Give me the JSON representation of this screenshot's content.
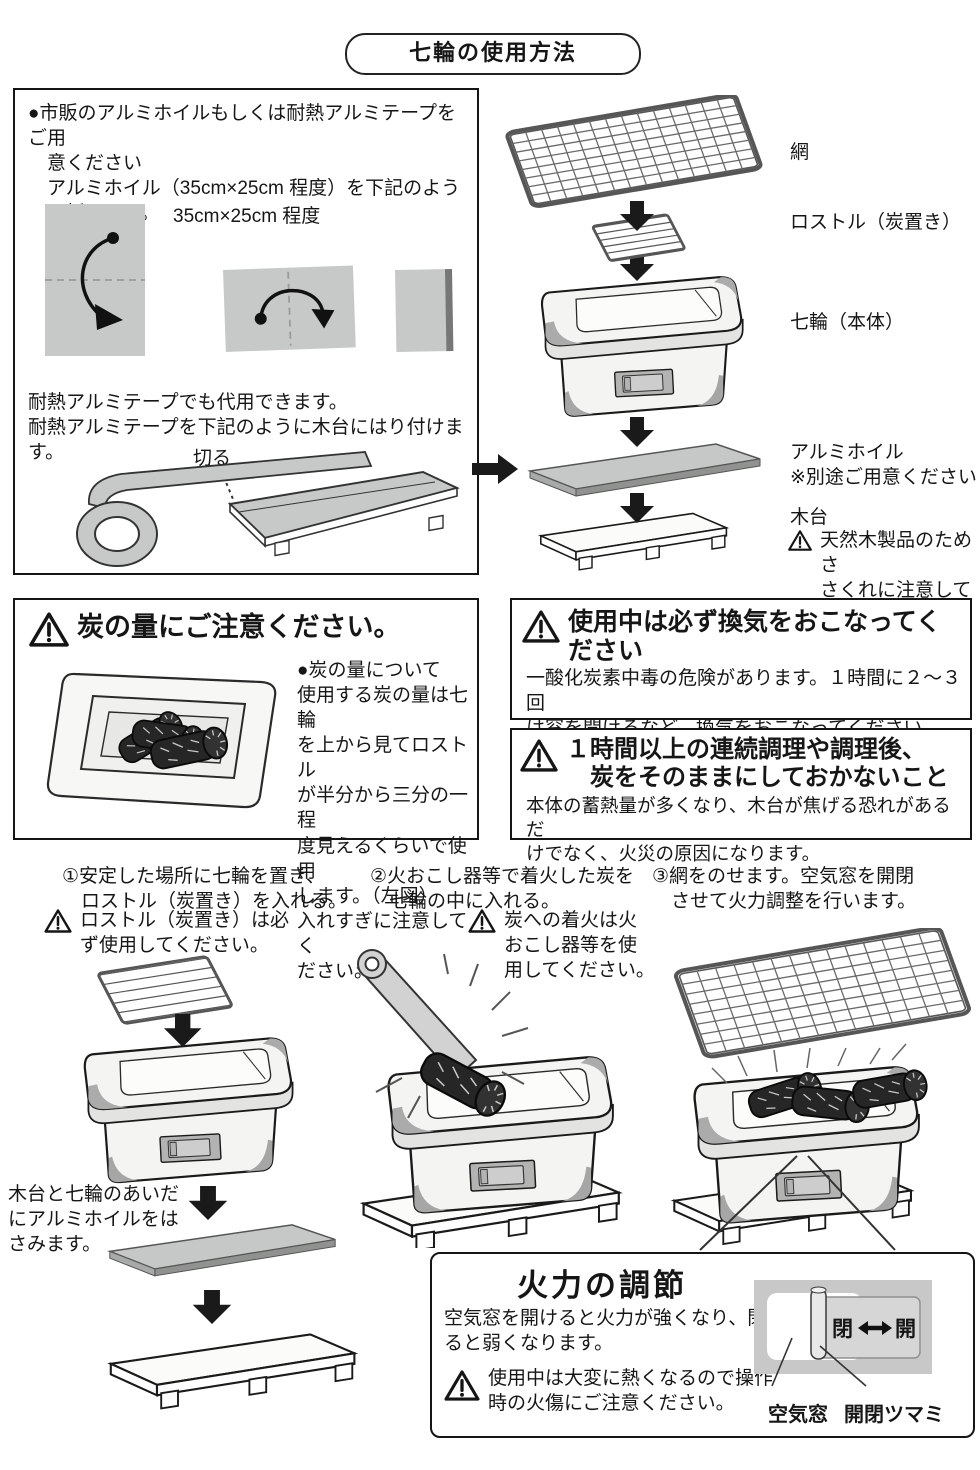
{
  "title": "七輪の使用方法",
  "prep": {
    "intro": "●市販のアルミホイルもしくは耐熱アルミテープをご用\n　意ください\n　アルミホイル（35cm×25cm 程度）を下記のよう\n　に折ります。",
    "size_label": "35cm×25cm 程度",
    "tape_note": "耐熱アルミテープでも代用できます。\n耐熱アルミテープを下記のように木台にはり付けます。",
    "cut_label": "切る"
  },
  "parts": {
    "mesh": "網",
    "rostle": "ロストル（炭置き）",
    "body": "七輪（本体）",
    "foil": "アルミホイル\n※別途ご用意ください",
    "base": "木台",
    "base_caution": "天然木製品のためさ\nさくれに注意してく\nださい。"
  },
  "charcoal": {
    "title": "炭の量にご注意ください。",
    "body": "●炭の量について\n使用する炭の量は七輪\nを上から見てロストル\nが半分から三分の一程\n度見えるくらいで使用\nします。（左図）\n入れすぎに注意してく\nださい。"
  },
  "ventilation": {
    "title": "使用中は必ず換気をおこなってく\nださい",
    "body": "一酸化炭素中毒の危険があります。１時間に２～３回\nは窓を開けるなど、換気をおこなってください。"
  },
  "leftover": {
    "title": "１時間以上の連続調理や調理後、\n　炭をそのままにしておかないこと",
    "body": "本体の蓄熱量が多くなり、木台が焦げる恐れがあるだ\nけでなく、火災の原因になります。"
  },
  "steps": {
    "s1": "①安定した場所に七輪を置き、\n　ロストル（炭置き）を入れる。",
    "s1_caution": "ロストル（炭置き）は必\nず使用してください。",
    "s2": "②火おこし器等で着火した炭を\n　七輪の中に入れる。",
    "s2_caution": "炭への着火は火\nおこし器等を使\n用してください。",
    "s3": "③網をのせます。空気窓を開閉\n　させて火力調整を行います。",
    "foil_note": "木台と七輪のあいだ\nにアルミホイルをは\nさみます。"
  },
  "heat": {
    "title": "火力の調節",
    "body": "空気窓を開けると火力が強くなり、閉め\nると弱くなります。",
    "caution": "使用中は大変に熱くなるので操作\n時の火傷にご注意ください。",
    "close_label": "閉",
    "open_label": "開",
    "window_label": "空気窓",
    "knob_label": "開閉ツマミ"
  }
}
